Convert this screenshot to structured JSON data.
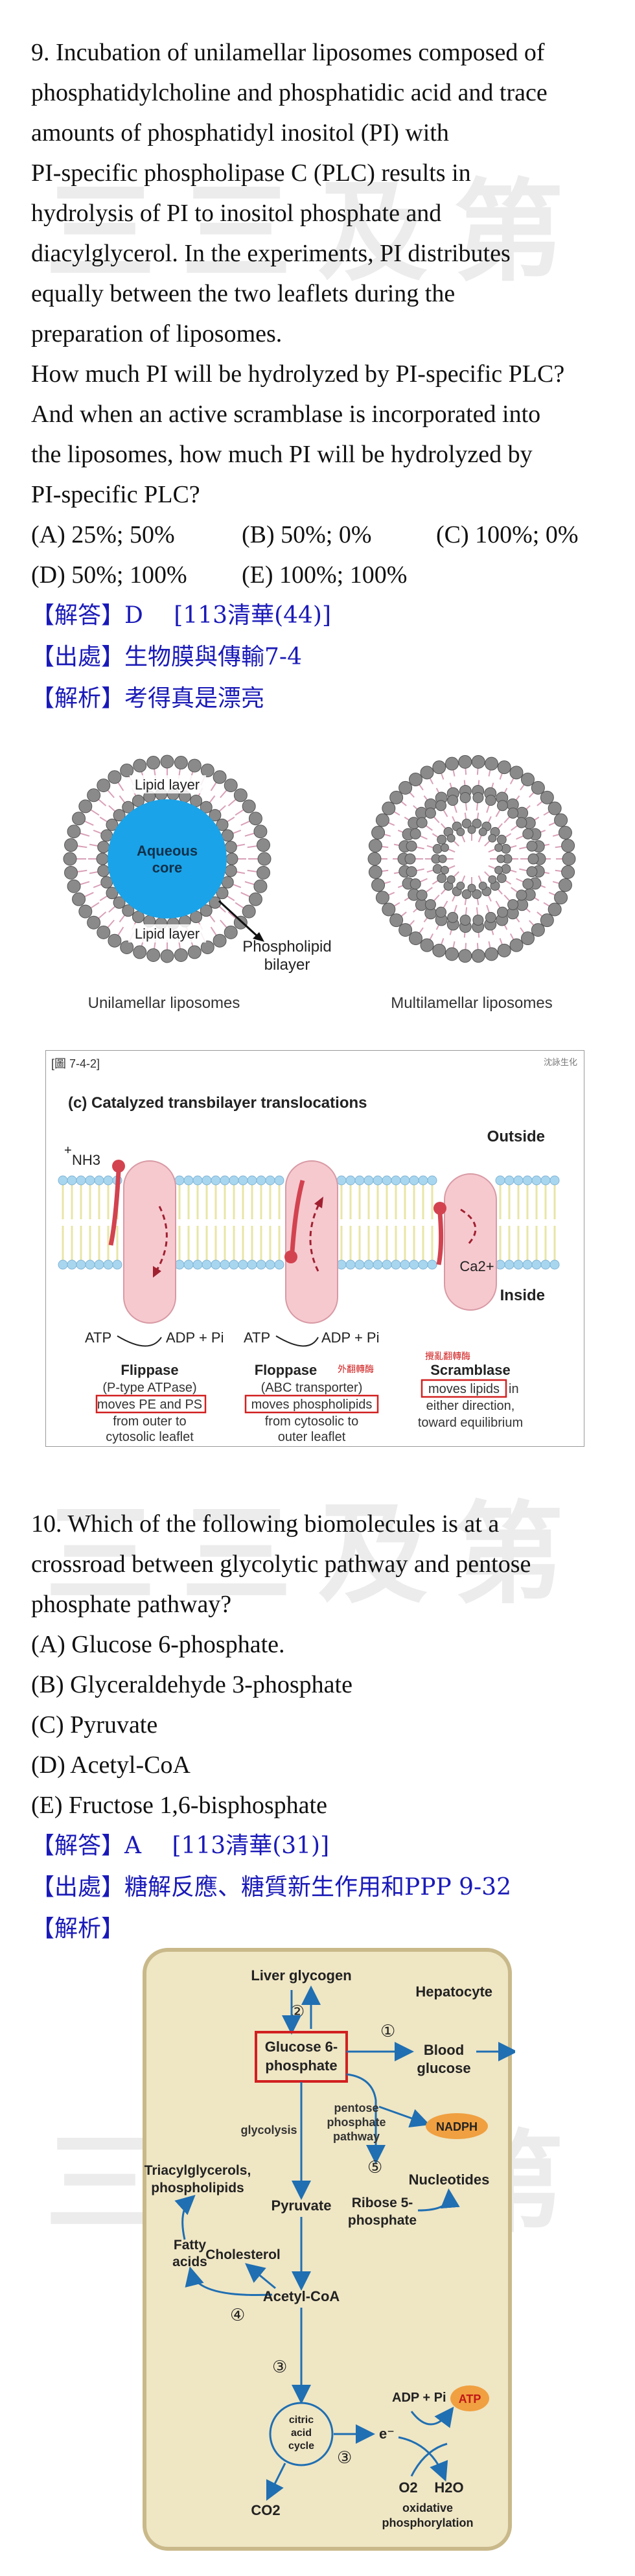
{
  "watermark": "三三及第",
  "q9": {
    "lines": [
      "9. Incubation of unilamellar liposomes composed of",
      "phosphatidylcholine and phosphatidic acid and trace",
      "amounts of phosphatidyl inositol (PI) with",
      "PI-specific phospholipase C (PLC) results in",
      "hydrolysis of PI to inositol phosphate and",
      "diacylglycerol. In the experiments, PI distributes",
      "equally between the two leaflets during the",
      "preparation of liposomes.",
      "How much PI will be hydrolyzed by PI-specific PLC?",
      "And when an active scramblase is incorporated into",
      "the liposomes, how much PI will be hydrolyzed by",
      "PI-specific PLC?"
    ],
    "options": [
      "(A) 25%; 50%",
      "(B) 50%; 0%",
      "(C) 100%; 0%",
      "(D) 50%; 100%",
      "(E) 100%; 100%"
    ],
    "answer": "【解答】D　 [113清華(44)]",
    "source": "【出處】生物膜與傳輸7-4",
    "explain": "【解析】考得真是漂亮"
  },
  "fig_liposome": {
    "labels": {
      "lipid_layer_top": "Lipid layer",
      "aqueous": "Aqueous",
      "core": "core",
      "lipid_layer_bottom": "Lipid layer",
      "phospholipid": "Phospholipid",
      "bilayer": "bilayer",
      "unilamellar": "Unilamellar liposomes",
      "multilamellar": "Multilamellar liposomes"
    },
    "colors": {
      "core": "#1aa3e8",
      "head": "#8a8a8a",
      "tail": "#d9a0b8"
    }
  },
  "fig_transbilayer": {
    "tag": "[圖 7-4-2]",
    "corner_note": "沈詠生化",
    "title": "(c) Catalyzed transbilayer translocations",
    "outside": "Outside",
    "inside": "Inside",
    "nh3": "NH3",
    "plus": "+",
    "ca": "Ca2+",
    "atp1": "ATP",
    "adp1": "ADP + Pi",
    "atp2": "ATP",
    "adp2": "ADP + Pi",
    "flippase": [
      "Flippase",
      "(P-type ATPase)",
      "moves PE and PS",
      "from outer to",
      "cytosolic leaflet"
    ],
    "floppase": [
      "Floppase",
      "(ABC transporter)",
      "moves phospholipids",
      "from cytosolic to",
      "outer leaflet"
    ],
    "floppase_note": "外翻轉酶",
    "scramblase": [
      "Scramblase",
      "moves lipids",
      "in",
      "either direction,",
      "toward equilibrium"
    ],
    "scramblase_note": "攪亂翻轉酶",
    "colors": {
      "protein": "#f6c9cf",
      "head": "#a9d6ef",
      "tail": "#e8e6a6",
      "box": "#d22020"
    }
  },
  "q10": {
    "lines": [
      "10. Which of the following biomolecules is at a",
      "crossroad between glycolytic pathway and pentose",
      "phosphate pathway?"
    ],
    "options": [
      "(A) Glucose 6-phosphate.",
      "(B) Glyceraldehyde 3-phosphate",
      "(C) Pyruvate",
      "(D) Acetyl-CoA",
      "(E) Fructose 1,6-bisphosphate"
    ],
    "answer": "【解答】A　 [113清華(31)]",
    "source": "【出處】糖解反應、糖質新生作用和PPP 9-32",
    "explain": "【解析】"
  },
  "fig_hepatocyte": {
    "labels": {
      "liver_glycogen": "Liver glycogen",
      "hepatocyte": "Hepatocyte",
      "g6p_1": "Glucose 6-",
      "g6p_2": "phosphate",
      "blood_1": "Blood",
      "blood_2": "glucose",
      "pentose_1": "pentose",
      "pentose_2": "phosphate",
      "pentose_3": "pathway",
      "nadph": "NADPH",
      "glycolysis": "glycolysis",
      "nucleotides": "Nucleotides",
      "ribose_1": "Ribose 5-",
      "ribose_2": "phosphate",
      "tag_1": "Triacylglycerols,",
      "tag_2": "phospholipids",
      "pyruvate": "Pyruvate",
      "fatty_1": "Fatty",
      "fatty_2": "acids",
      "cholesterol": "Cholesterol",
      "acetyl": "Acetyl-CoA",
      "cac_1": "citric",
      "cac_2": "acid",
      "cac_3": "cycle",
      "eminus": "e⁻",
      "adp": "ADP + Pi",
      "atp": "ATP",
      "o2": "O2",
      "h2o": "H2O",
      "co2": "CO2",
      "oxphos_1": "oxidative",
      "oxphos_2": "phosphorylation",
      "n1": "①",
      "n2": "②",
      "n3": "③",
      "n4": "④",
      "n5": "⑤",
      "n3b": "③"
    },
    "colors": {
      "cell": "#efe6c4",
      "border": "#c9b98a",
      "arrow": "#1f6fb2",
      "highlight": "#d22020",
      "badge": "#f0a040"
    }
  }
}
